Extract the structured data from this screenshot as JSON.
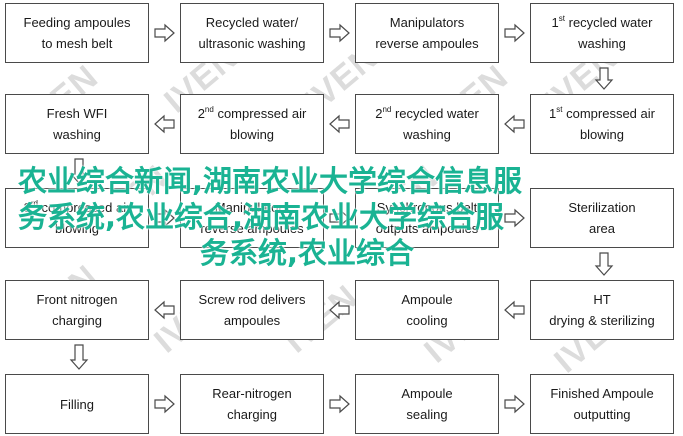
{
  "watermark_text": "IVEN",
  "steps": [
    {
      "row": 0,
      "col": 0,
      "lines": [
        "Feeding ampoules",
        "to mesh belt"
      ]
    },
    {
      "row": 0,
      "col": 1,
      "lines": [
        "Recycled water/",
        "ultrasonic washing"
      ]
    },
    {
      "row": 0,
      "col": 2,
      "lines": [
        "Manipulators",
        "reverse ampoules"
      ]
    },
    {
      "row": 0,
      "col": 3,
      "lines": [
        "1st recycled water",
        "washing"
      ],
      "sup": "st"
    },
    {
      "row": 1,
      "col": 0,
      "lines": [
        "Fresh WFI",
        "washing"
      ]
    },
    {
      "row": 1,
      "col": 1,
      "lines": [
        "2nd compressed air",
        "blowing"
      ],
      "sup": "nd"
    },
    {
      "row": 1,
      "col": 2,
      "lines": [
        "2nd recycled water",
        "washing"
      ],
      "sup": "nd"
    },
    {
      "row": 1,
      "col": 3,
      "lines": [
        "1st compressed air",
        "blowing"
      ],
      "sup": "st"
    },
    {
      "row": 2,
      "col": 0,
      "lines": [
        "3rd compressed air",
        "blowing"
      ],
      "sup": "rd"
    },
    {
      "row": 2,
      "col": 1,
      "lines": [
        "Manipulators",
        "reverse ampoules"
      ]
    },
    {
      "row": 2,
      "col": 2,
      "lines": [
        "Synchronous belt",
        "outputs ampoules"
      ]
    },
    {
      "row": 2,
      "col": 3,
      "lines": [
        "Sterilization",
        "area"
      ]
    },
    {
      "row": 3,
      "col": 0,
      "lines": [
        "Front nitrogen",
        "charging"
      ]
    },
    {
      "row": 3,
      "col": 1,
      "lines": [
        "Screw rod delivers",
        "ampoules"
      ]
    },
    {
      "row": 3,
      "col": 2,
      "lines": [
        "Ampoule",
        "cooling"
      ]
    },
    {
      "row": 3,
      "col": 3,
      "lines": [
        "HT",
        "drying & sterilizing"
      ]
    },
    {
      "row": 4,
      "col": 0,
      "lines": [
        "Filling"
      ]
    },
    {
      "row": 4,
      "col": 1,
      "lines": [
        "Rear-nitrogen",
        "charging"
      ]
    },
    {
      "row": 4,
      "col": 2,
      "lines": [
        "Ampoule",
        "sealing"
      ]
    },
    {
      "row": 4,
      "col": 3,
      "lines": [
        "Finished Ampoule",
        "outputting"
      ]
    }
  ],
  "flow": [
    [
      0,
      1
    ],
    [
      1,
      2
    ],
    [
      2,
      3
    ],
    [
      3,
      7
    ],
    [
      7,
      6
    ],
    [
      6,
      5
    ],
    [
      5,
      4
    ],
    [
      4,
      8
    ],
    [
      8,
      9
    ],
    [
      9,
      10
    ],
    [
      10,
      11
    ],
    [
      11,
      15
    ],
    [
      15,
      14
    ],
    [
      14,
      13
    ],
    [
      13,
      12
    ],
    [
      12,
      16
    ],
    [
      16,
      17
    ],
    [
      17,
      18
    ],
    [
      18,
      19
    ]
  ],
  "overlay_lines": [
    "农业综合新闻,湖南农业大学综合信息服",
    "务系统,农业综合,湖南农业大学综合服",
    "务系统,农业综合"
  ],
  "colors": {
    "border": "#4a4a4a",
    "arrow": "#4a4a4a",
    "overlay": "#1ab393",
    "watermark": "#dcdcdc"
  }
}
